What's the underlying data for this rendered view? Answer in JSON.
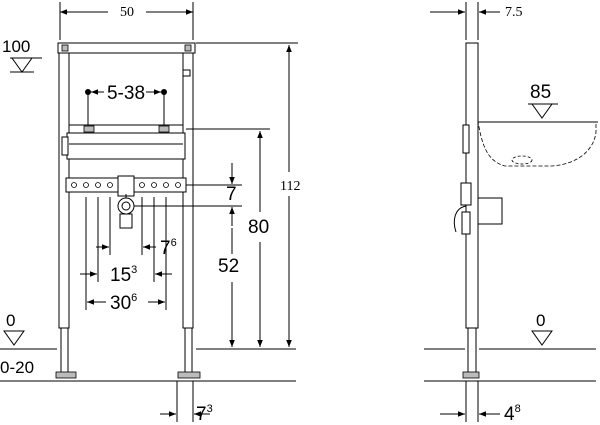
{
  "front": {
    "width": "50",
    "top_height": "100",
    "spacing": "5-38",
    "dim_7": "7",
    "dim_80": "80",
    "dim_112": "112",
    "dim_52": "52",
    "dim_76": {
      "base": "7",
      "sup": "6"
    },
    "dim_153": {
      "base": "15",
      "sup": "3"
    },
    "dim_306": {
      "base": "30",
      "sup": "6"
    },
    "floor": "0",
    "floor_range": "0-20",
    "dim_73": {
      "base": "7",
      "sup": "3"
    }
  },
  "side": {
    "depth": "7.5",
    "basin_height": "85",
    "floor": "0",
    "dim_48": {
      "base": "4",
      "sup": "8"
    }
  }
}
